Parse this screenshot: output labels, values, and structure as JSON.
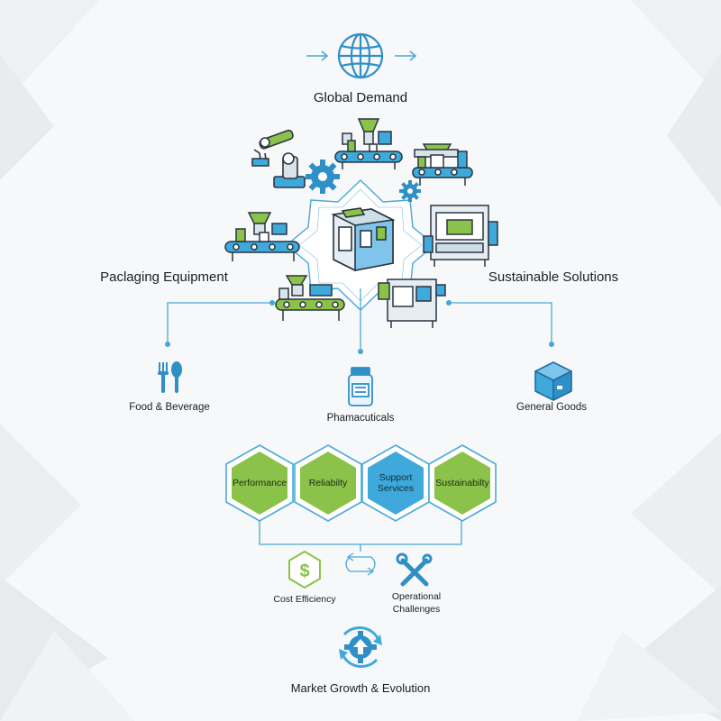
{
  "top": {
    "label": "Global Demand",
    "icon": "globe-icon"
  },
  "left_label": "Paclaging Equipment",
  "right_label": "Sustainable Solutions",
  "center_icon": "packaging-machine-icon",
  "machines": [
    "robot-arm-icon",
    "filling-conveyor-icon",
    "bottling-conveyor-icon",
    "filler-conveyor-icon",
    "wrapping-machine-icon",
    "labeling-conveyor-icon",
    "sealing-machine-icon",
    "gear-icon"
  ],
  "sectors": [
    {
      "label": "Food & Beverage",
      "icon": "fork-spoon-icon"
    },
    {
      "label": "Phamacuticals",
      "icon": "medicine-bottle-icon"
    },
    {
      "label": "General Goods",
      "icon": "box-icon"
    }
  ],
  "hexagons": [
    {
      "label": "Performance",
      "color": "#8bc34a"
    },
    {
      "label": "Reliabilty",
      "color": "#8bc34a"
    },
    {
      "label": "Support Services",
      "color": "#3fa9dc"
    },
    {
      "label": "Sustainabilty",
      "color": "#8bc34a"
    }
  ],
  "factors": [
    {
      "label": "Cost Efficiency",
      "icon": "dollar-hexagon-icon"
    },
    {
      "label": "Operational Challenges",
      "icon": "wrench-screwdriver-icon"
    }
  ],
  "bottom": {
    "label": "Market Growth & Evolution",
    "icon": "growth-cycle-icon"
  },
  "colors": {
    "accent_blue": "#3fa9dc",
    "accent_green": "#8bc34a",
    "line": "#4aa8d8",
    "dark": "#2b3540"
  }
}
